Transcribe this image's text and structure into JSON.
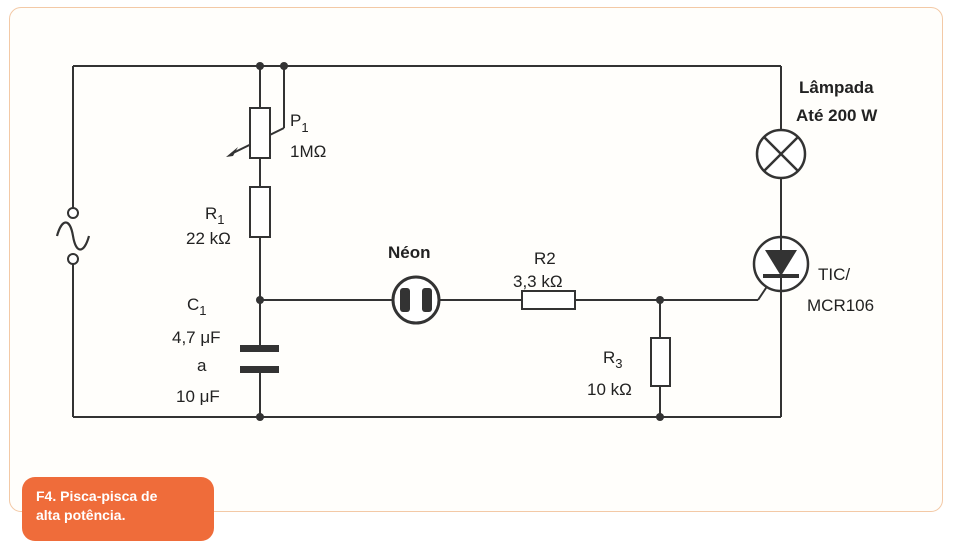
{
  "diagram": {
    "ac_source": {
      "symbol": "~"
    },
    "p1": {
      "name": "P",
      "sub": "1",
      "value": "1MΩ"
    },
    "r1": {
      "name": "R",
      "sub": "1",
      "value": "22 kΩ"
    },
    "c1": {
      "name": "C",
      "sub": "1",
      "value_line1": "4,7 μF",
      "value_line2": "a",
      "value_line3": "10 μF"
    },
    "neon": {
      "label": "Néon"
    },
    "r2": {
      "name": "R2",
      "value": "3,3 kΩ"
    },
    "r3": {
      "name": "R",
      "sub": "3",
      "value": "10 kΩ"
    },
    "lamp": {
      "line1": "Lâmpada",
      "line2": "Até 200 W"
    },
    "scr": {
      "line1": "TIC/",
      "line2": "MCR106"
    }
  },
  "caption": {
    "line1": "F4. Pisca-pisca de",
    "line2": "alta potência."
  }
}
